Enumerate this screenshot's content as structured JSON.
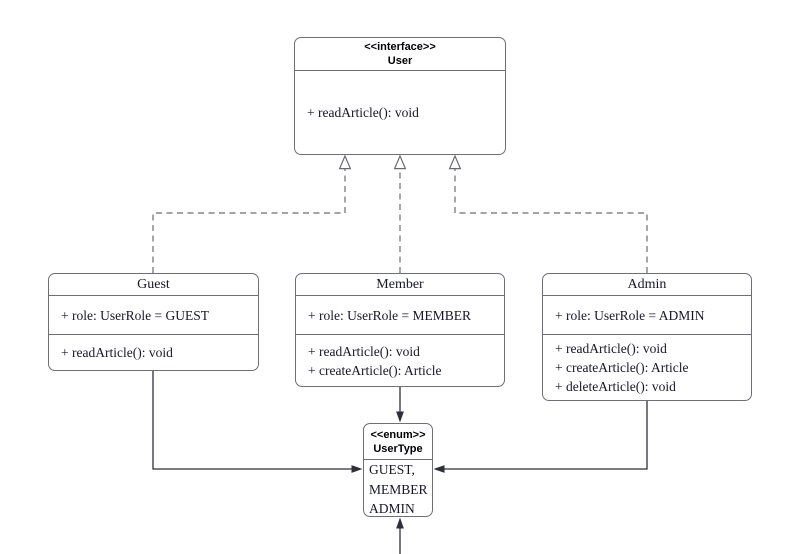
{
  "diagram": {
    "interface": {
      "stereotype": "<<interface>>",
      "name": "User",
      "methods": [
        "+ readArticle(): void"
      ]
    },
    "classes": [
      {
        "name": "Guest",
        "attributes": [
          "+ role: UserRole = GUEST"
        ],
        "methods": [
          "+ readArticle(): void"
        ]
      },
      {
        "name": "Member",
        "attributes": [
          "+ role: UserRole = MEMBER"
        ],
        "methods": [
          "+ readArticle(): void",
          "+ createArticle(): Article"
        ]
      },
      {
        "name": "Admin",
        "attributes": [
          "+ role: UserRole = ADMIN"
        ],
        "methods": [
          "+ readArticle(): void",
          "+ createArticle(): Article",
          "+ deleteArticle(): void"
        ]
      }
    ],
    "enum": {
      "stereotype": "<<enum>>",
      "name": "UserType",
      "values": [
        "GUEST,",
        "MEMBER",
        "ADMIN"
      ]
    },
    "relationships": {
      "realizations": [
        "Guest ..|> User",
        "Member ..|> User",
        "Admin ..|> User"
      ],
      "associations": [
        "Guest --> UserType",
        "Member --> UserType",
        "Admin --> UserType",
        "(below) --> UserType"
      ]
    },
    "colors": {
      "background": "#ffffff",
      "box_border": "#6e6e78",
      "dashed_line": "#6a6a74",
      "solid_line": "#2f2f3c",
      "text": "#16162a",
      "header_text": "#000000"
    }
  }
}
